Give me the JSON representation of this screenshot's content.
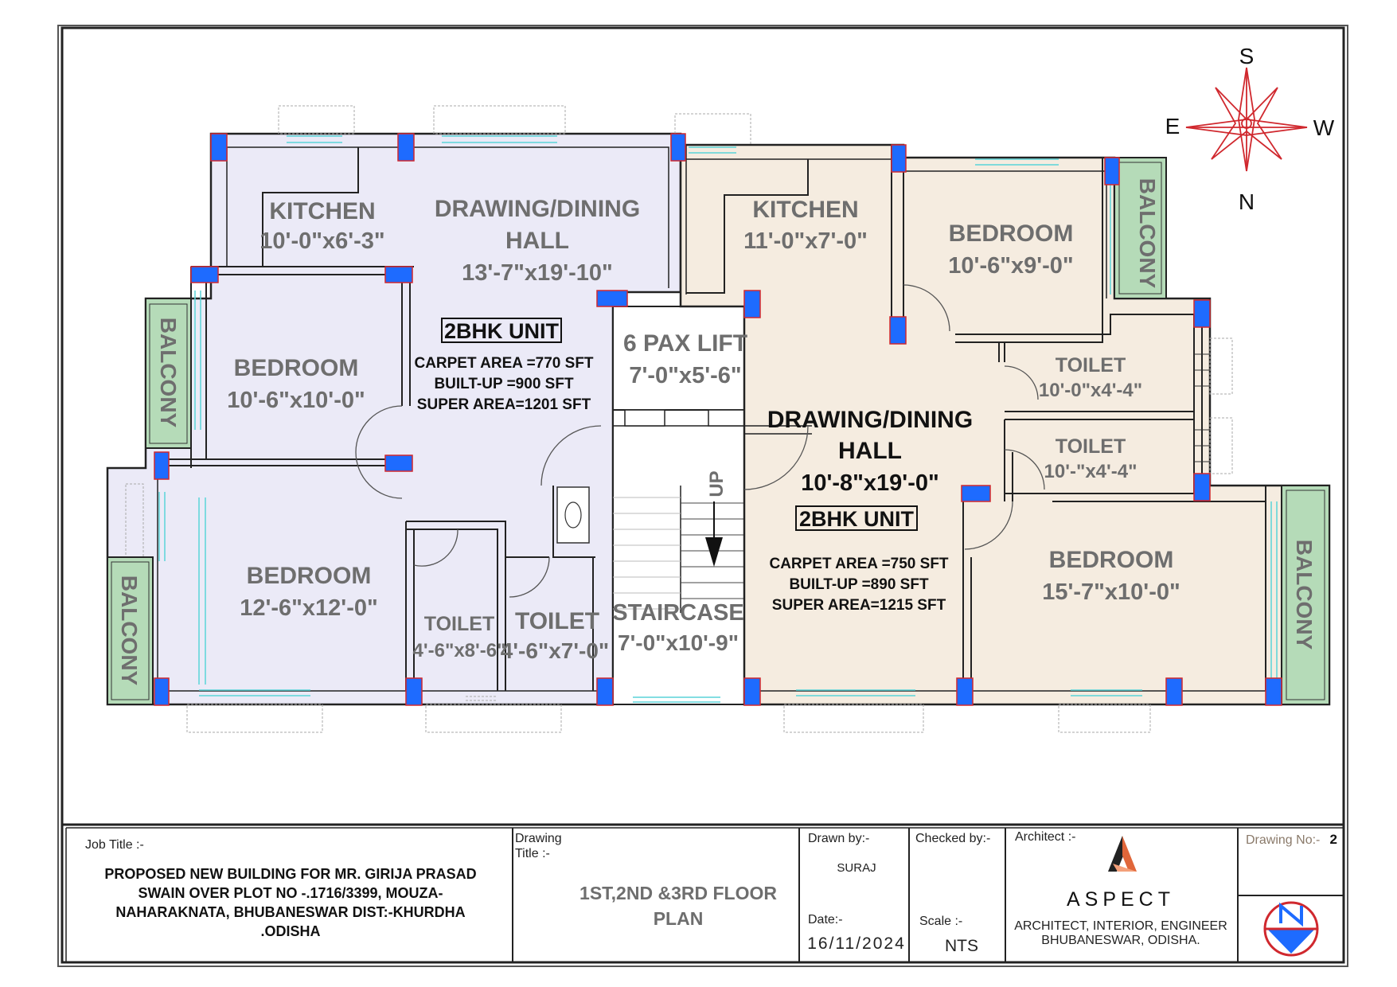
{
  "compass": {
    "top": "S",
    "left": "E",
    "right": "W",
    "bottom": "N"
  },
  "left_unit": {
    "kitchen": {
      "name": "KITCHEN",
      "size": "10'-0\"x6'-3\""
    },
    "hall": {
      "name_line1": "DRAWING/DINING",
      "name_line2": "HALL",
      "size": "13'-7\"x19'-10\""
    },
    "bedroom1": {
      "name": "BEDROOM",
      "size": "10'-6\"x10'-0\""
    },
    "bedroom2": {
      "name": "BEDROOM",
      "size": "12'-6\"x12'-0\""
    },
    "toilet1": {
      "name": "TOILET",
      "size": "4'-6\"x8'-6\""
    },
    "toilet2": {
      "name": "TOILET",
      "size": "4'-6\"x7'-0\""
    },
    "balcony1": "BALCONY",
    "balcony2": "BALCONY",
    "unit_label": "2BHK UNIT",
    "carpet": "CARPET AREA =770 SFT",
    "builtup": "BUILT-UP =900 SFT",
    "super": "SUPER AREA=1201 SFT"
  },
  "core": {
    "lift_name": "6 PAX LIFT",
    "lift_size": "7'-0\"x5'-6\"",
    "stair_name": "STAIRCASE",
    "stair_size": "7'-0\"x10'-9\"",
    "up_label": "UP"
  },
  "right_unit": {
    "kitchen": {
      "name": "KITCHEN",
      "size": "11'-0\"x7'-0\""
    },
    "bedroom1": {
      "name": "BEDROOM",
      "size": "10'-6\"x9'-0\""
    },
    "toilet1": {
      "name": "TOILET",
      "size": "10'-0\"x4'-4\""
    },
    "toilet2": {
      "name": "TOILET",
      "size": "10'-\"x4'-4\""
    },
    "hall": {
      "name_line1": "DRAWING/DINING",
      "name_line2": "HALL",
      "size": "10'-8\"x19'-0\""
    },
    "bedroom2": {
      "name": "BEDROOM",
      "size": "15'-7\"x10'-0\""
    },
    "balcony1": "BALCONY",
    "balcony2": "BALCONY",
    "unit_label": "2BHK UNIT",
    "carpet": "CARPET AREA =750 SFT",
    "builtup": "BUILT-UP =890 SFT",
    "super": "SUPER AREA=1215 SFT"
  },
  "title_block": {
    "job_title_label": "Job Title :-",
    "job_lines": [
      "PROPOSED NEW BUILDING FOR   MR. GIRIJA PRASAD",
      "SWAIN OVER  PLOT NO -.1716/3399, MOUZA-",
      "NAHARAKNATA, BHUBANESWAR DIST:-KHURDHA",
      ".ODISHA"
    ],
    "drawing_title_label_1": "Drawing",
    "drawing_title_label_2": "Title :-",
    "drawing_title_1": "1ST,2ND &3RD FLOOR",
    "drawing_title_2": "PLAN",
    "drawn_by_label": "Drawn by:-",
    "drawn_by": "SURAJ",
    "date_label": "Date:-",
    "date": "16/11/2024",
    "checked_by_label": "Checked by:-",
    "scale_label": "Scale :-",
    "scale": "NTS",
    "architect_label": "Architect :-",
    "firm_name": "ASPECT",
    "firm_line1": "ARCHITECT, INTERIOR, ENGINEER",
    "firm_line2": "BHUBANESWAR, ODISHA.",
    "drawing_no_label": "Drawing No:-",
    "drawing_no": "2"
  },
  "colors": {
    "left_fill": "#ebeaf7",
    "right_fill": "#f5ece0",
    "balcony": "#b5dbb8",
    "column": "#1e6bff",
    "column_border": "#d0282e",
    "compass": "#d0282e"
  }
}
